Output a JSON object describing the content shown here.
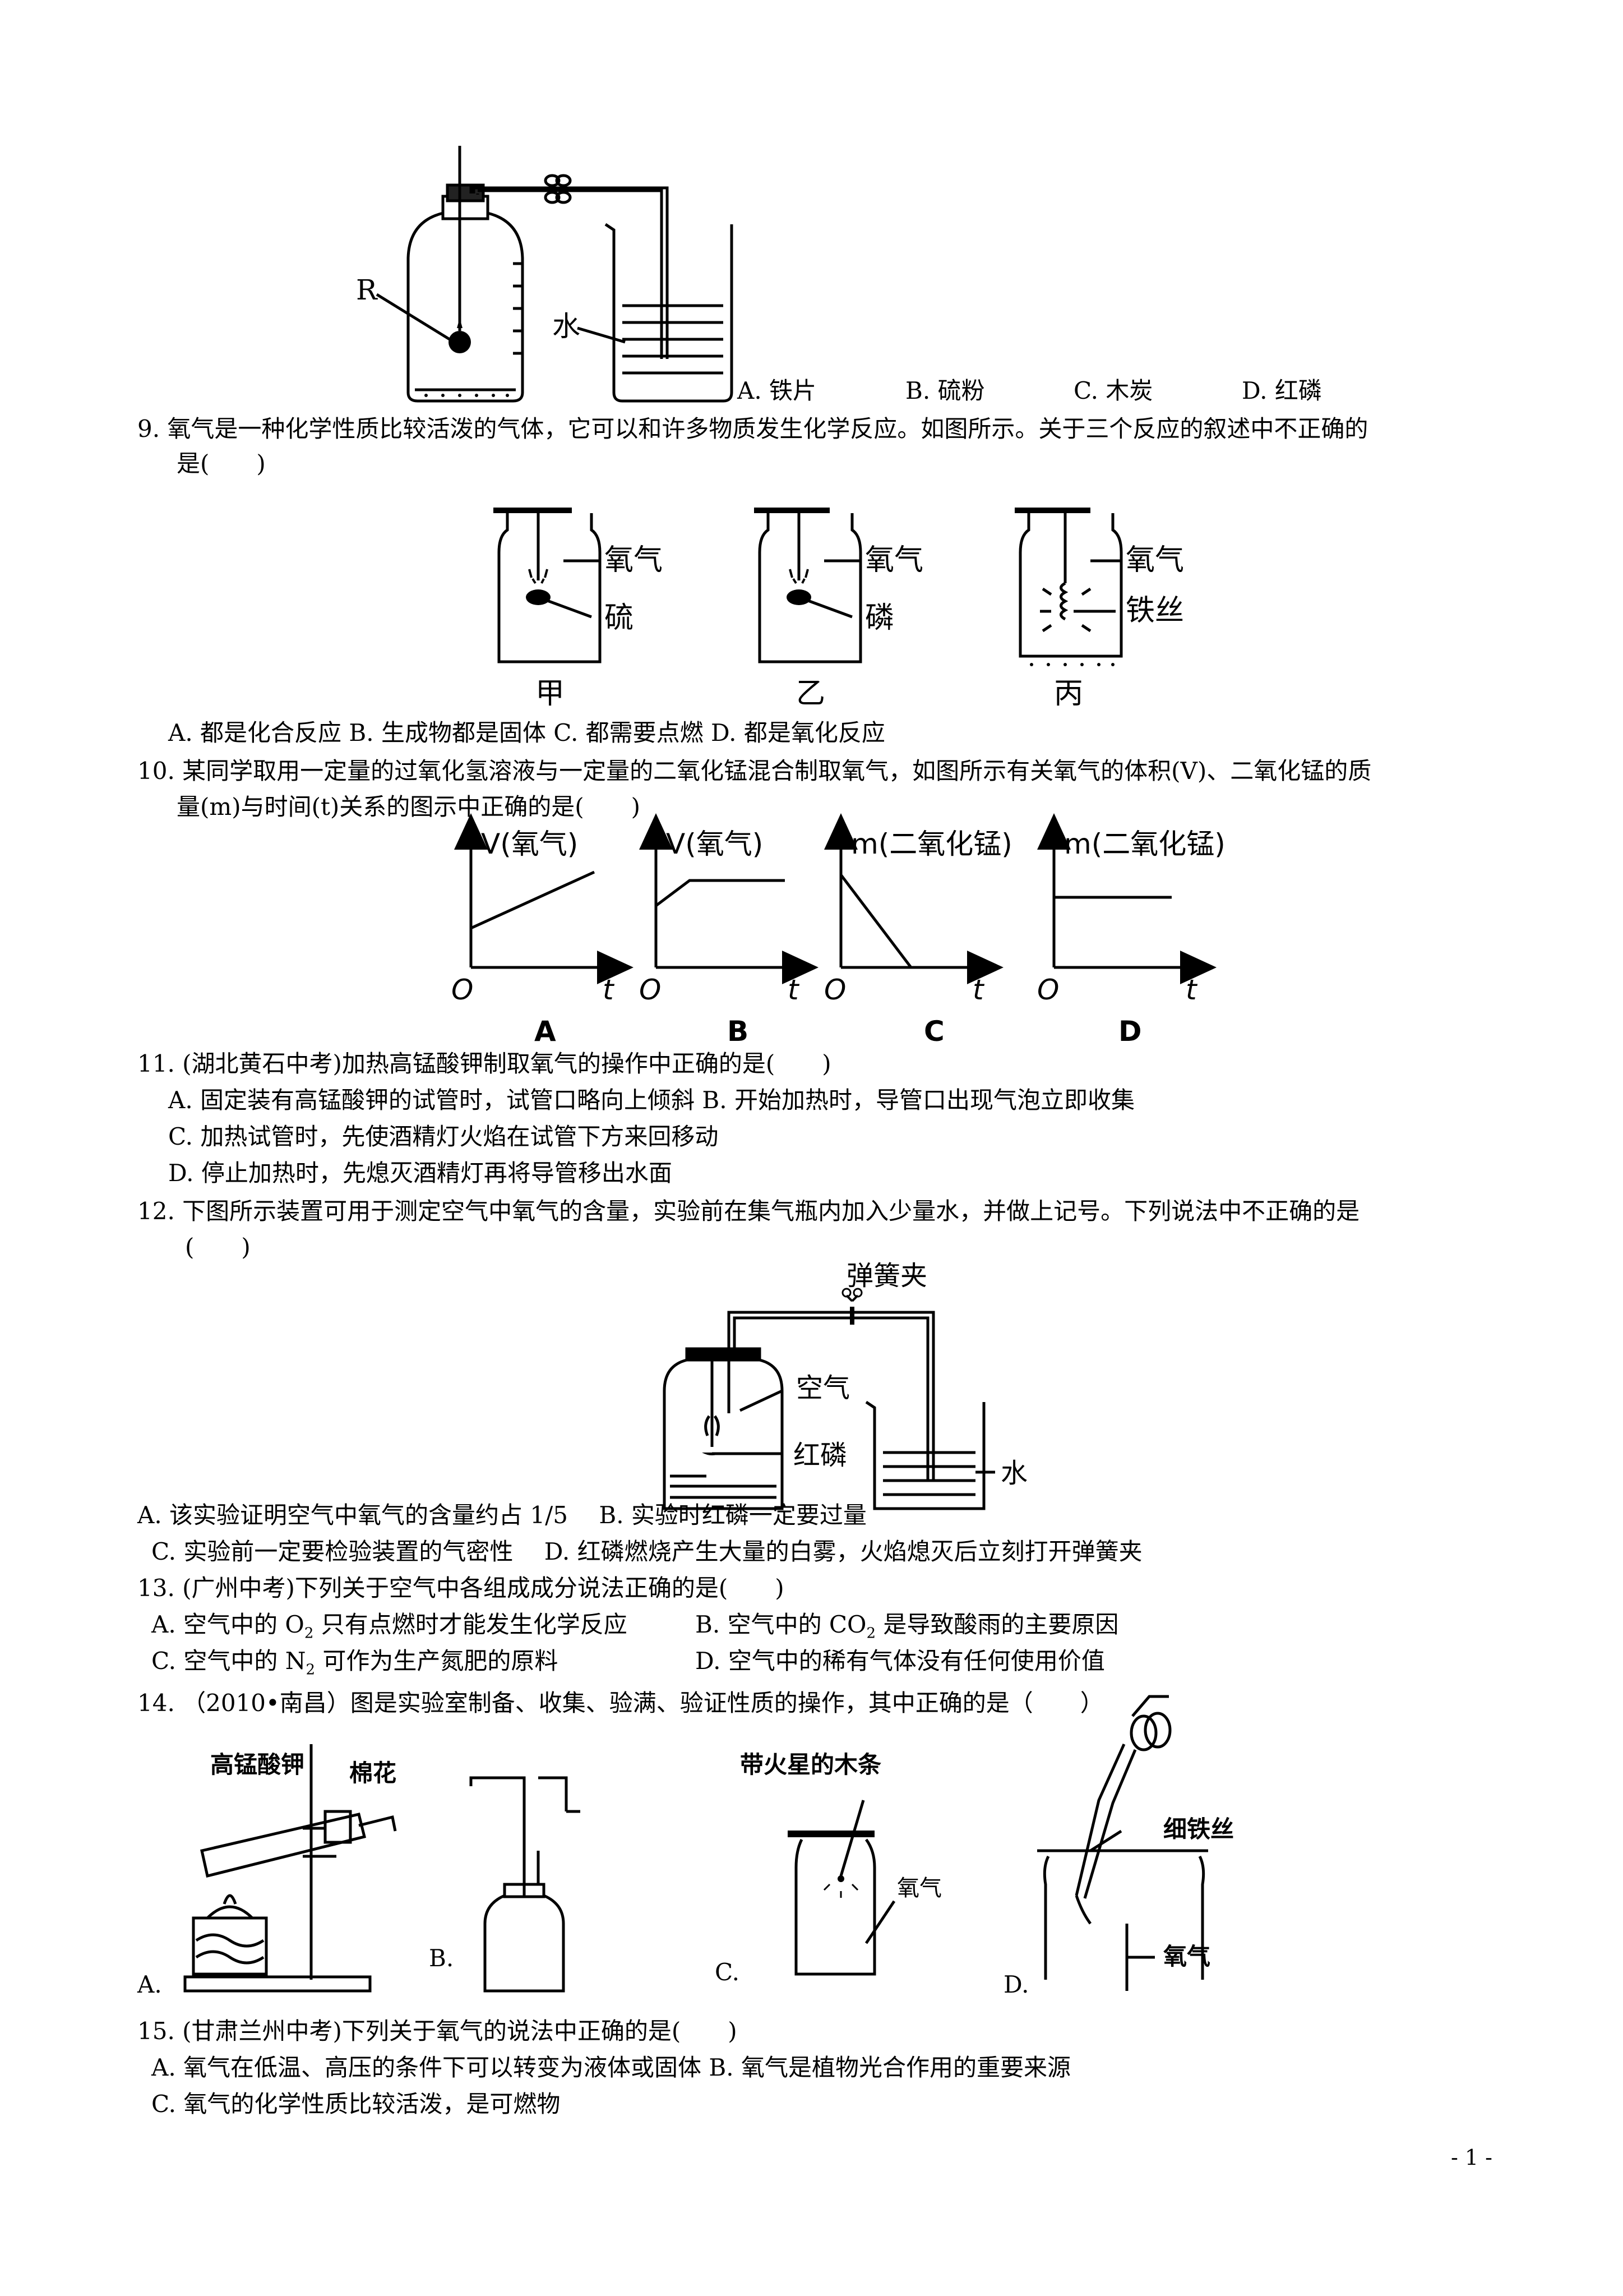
{
  "q8": {
    "label_R": "R",
    "label_water": "水",
    "opt_a": "A. 铁片",
    "opt_b": "B. 硫粉",
    "opt_c": "C. 木炭",
    "opt_d": "D. 红磷"
  },
  "q9": {
    "stem_line1": "9. 氧气是一种化学性质比较活泼的气体，它可以和许多物质发生化学反应。如图所示。关于三个反应的叙述中不正确的",
    "stem_line2": "是(　　)",
    "jar1_gas": "氧气",
    "jar1_sub": "硫",
    "jar1_name": "甲",
    "jar2_gas": "氧气",
    "jar2_sub": "磷",
    "jar2_name": "乙",
    "jar3_gas": "氧气",
    "jar3_sub": "铁丝",
    "jar3_name": "丙",
    "options": "A. 都是化合反应 B. 生成物都是固体 C. 都需要点燃 D. 都是氧化反应"
  },
  "q10": {
    "stem_line1": "10. 某同学取用一定量的过氧化氢溶液与一定量的二氧化锰混合制取氧气，如图所示有关氧气的体积(V)、二氧化锰的质",
    "stem_line2": "量(m)与时间(t)关系的图示中正确的是(　　)",
    "graph_a_ylabel": "V(氧气)",
    "graph_a_name": "A",
    "graph_b_ylabel": "V(氧气)",
    "graph_b_name": "B",
    "graph_c_ylabel": "m(二氧化锰)",
    "graph_c_name": "C",
    "graph_d_ylabel": "m(二氧化锰)",
    "graph_d_name": "D",
    "origin": "O",
    "xaxis": "t"
  },
  "q11": {
    "stem": "11. (湖北黄石中考)加热高锰酸钾制取氧气的操作中正确的是(　　)",
    "line_a": "A. 固定装有高锰酸钾的试管时，试管口略向上倾斜 B. 开始加热时，导管口出现气泡立即收集",
    "line_c": "C. 加热试管时，先使酒精灯火焰在试管下方来回移动",
    "line_d": "D. 停止加热时，先熄灭酒精灯再将导管移出水面"
  },
  "q12": {
    "stem_line1": "12. 下图所示装置可用于测定空气中氧气的含量，实验前在集气瓶内加入少量水，并做上记号。下列说法中不正确的是",
    "stem_line2": "(　　)",
    "label_clip": "弹簧夹",
    "label_air": "空气",
    "label_phosphorus": "红磷",
    "label_water": "水",
    "line_a": "A. 该实验证明空气中氧气的含量约占 1/5　 B. 实验时红磷一定要过量",
    "line_c": "C. 实验前一定要检验装置的气密性　 D. 红磷燃烧产生大量的白雾，火焰熄灭后立刻打开弹簧夹"
  },
  "q13": {
    "stem": "13. (广州中考)下列关于空气中各组成成分说法正确的是(　　)",
    "a_pre": "A. 空气中的 O",
    "a_sub": "2",
    "a_post": " 只有点燃时才能发生化学反应",
    "b_pre": "B. 空气中的 CO",
    "b_sub": "2",
    "b_post": " 是导致酸雨的主要原因",
    "c_pre": "C. 空气中的 N",
    "c_sub": "2",
    "c_post": " 可作为生产氮肥的原料",
    "d_text": "D. 空气中的稀有气体没有任何使用价值"
  },
  "q14": {
    "stem": "14. （2010•南昌）图是实验室制备、收集、验满、验证性质的操作，其中正确的是（　　）",
    "label_kmno4": "高锰酸钾",
    "label_cotton": "棉花",
    "label_splint": "带火星的木条",
    "label_oxygen_c": "氧气",
    "label_iron": "细铁丝",
    "label_oxygen_d": "氧气",
    "opt_a": "A.",
    "opt_b": "B.",
    "opt_c": "C.",
    "opt_d": "D."
  },
  "q15": {
    "stem": "15. (甘肃兰州中考)下列关于氧气的说法中正确的是(　　)",
    "line_a": "A. 氧气在低温、高压的条件下可以转变为液体或固体 B. 氧气是植物光合作用的重要来源",
    "line_c": "C. 氧气的化学性质比较活泼，是可燃物"
  },
  "footer": {
    "page": "- 1 -"
  }
}
